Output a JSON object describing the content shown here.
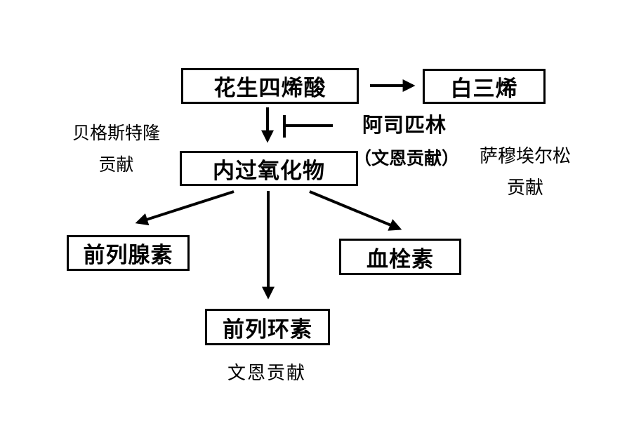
{
  "diagram": {
    "type": "flowchart",
    "language": "zh-CN",
    "topic": "花生四烯酸代谢通路与阿司匹林抑制作用",
    "nodes": [
      {
        "id": "arachidonic-acid",
        "label": "花生四烯酸"
      },
      {
        "id": "leukotriene",
        "label": "白三烯"
      },
      {
        "id": "endoperoxide",
        "label": "内过氧化物"
      },
      {
        "id": "prostaglandin",
        "label": "前列腺素"
      },
      {
        "id": "thromboxane",
        "label": "血栓素"
      },
      {
        "id": "prostacyclin",
        "label": "前列环素"
      }
    ],
    "annotations": {
      "aspirin": "阿司匹林",
      "vane_inline": "（文恩贡献）",
      "bergstrom_name": "贝格斯特隆",
      "bergstrom_role": "贡献",
      "samuelsson_name": "萨穆埃尔松",
      "samuelsson_role": "贡献",
      "vane_bottom": "文恩贡献"
    },
    "edges": [
      {
        "from": "花生四烯酸",
        "to": "白三烯",
        "style": "arrow"
      },
      {
        "from": "花生四烯酸",
        "to": "内过氧化物",
        "style": "arrow",
        "inhibited_by": "阿司匹林"
      },
      {
        "from": "内过氧化物",
        "to": "前列腺素",
        "style": "arrow"
      },
      {
        "from": "内过氧化物",
        "to": "前列环素",
        "style": "arrow"
      },
      {
        "from": "内过氧化物",
        "to": "血栓素",
        "style": "arrow"
      }
    ],
    "colors": {
      "line": "#000000",
      "text": "#000000",
      "background": "#ffffff"
    }
  }
}
